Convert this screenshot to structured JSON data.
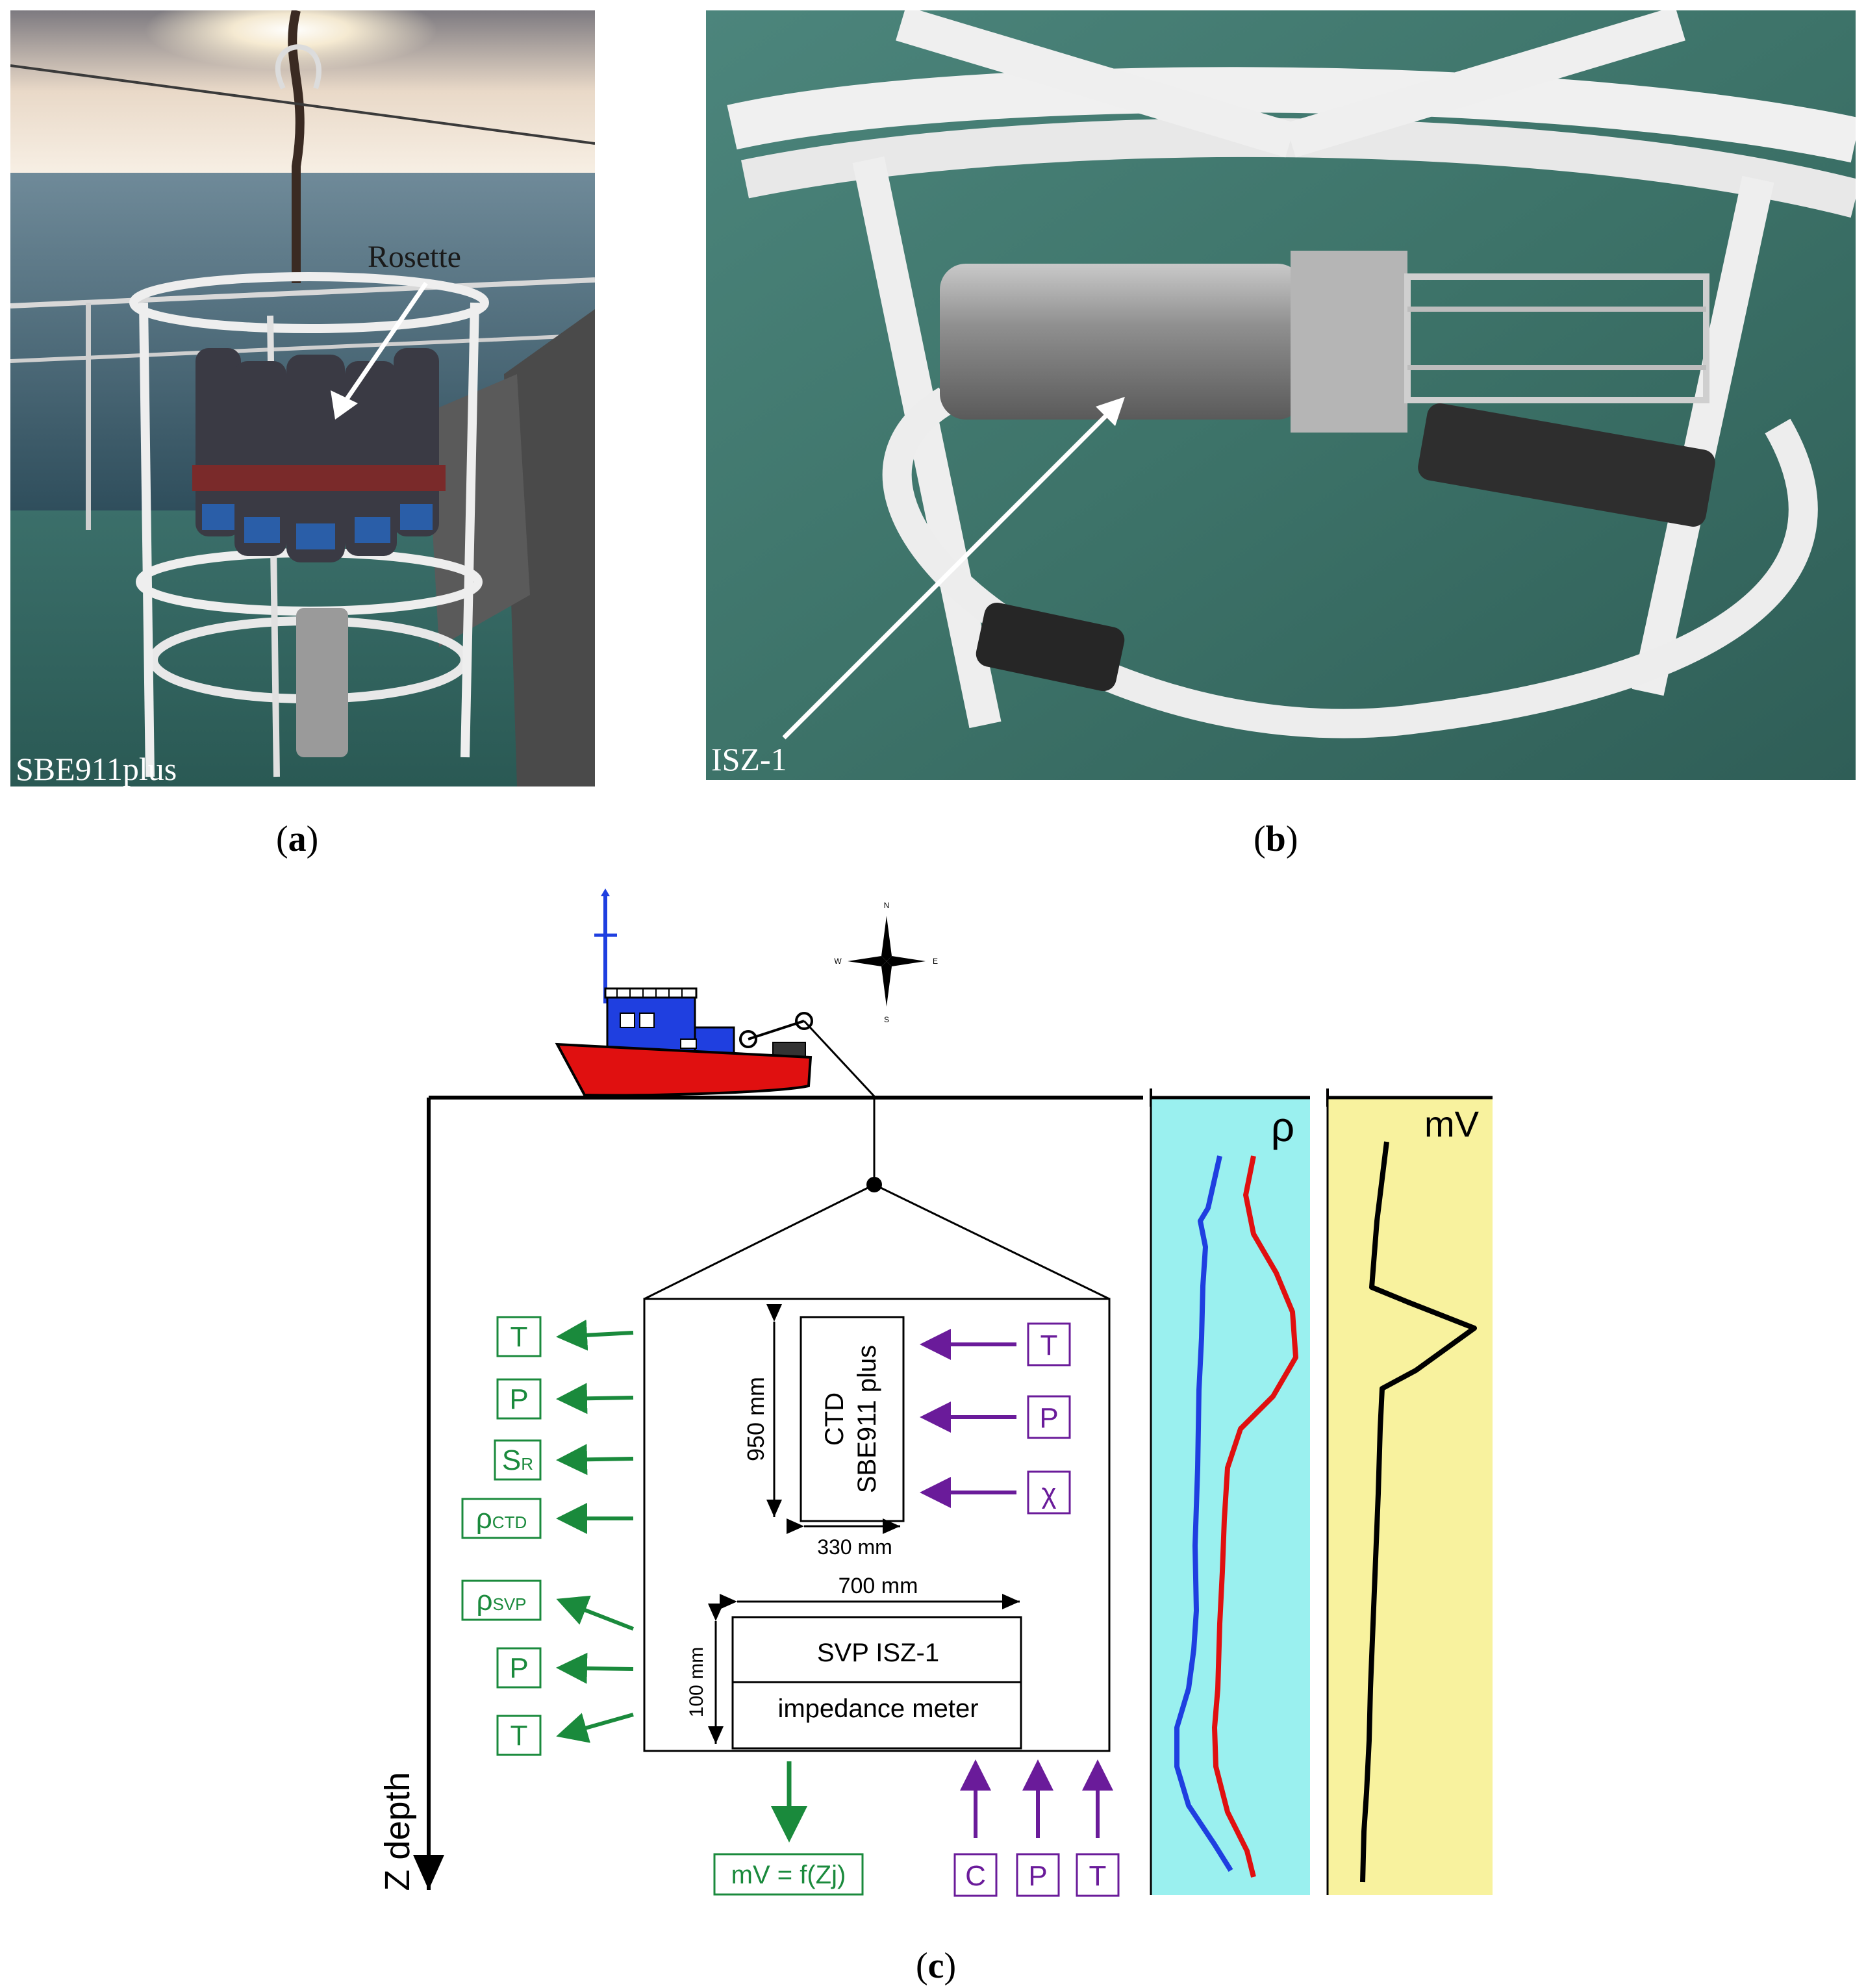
{
  "panels": {
    "a": {
      "caption": "a",
      "rosette_label": "Rosette",
      "instrument_label": "SBE911plus"
    },
    "b": {
      "caption": "b",
      "instrument_label": "ISZ-1"
    },
    "c": {
      "caption": "c"
    }
  },
  "compass": {
    "n": "N",
    "s": "S",
    "e": "E",
    "w": "W"
  },
  "diagram": {
    "axis_label": "Z depth",
    "ctd": {
      "line1": "CTD",
      "line2": "SBE911 plus",
      "height_dim": "950 mm",
      "width_dim": "330 mm"
    },
    "svp": {
      "title": "SVP   ISZ-1",
      "subtitle": "impedance meter",
      "width_dim": "700 mm",
      "height_dim": "100 mm"
    },
    "outputs_left": [
      {
        "main": "T",
        "sub": ""
      },
      {
        "main": "P",
        "sub": ""
      },
      {
        "main": "S",
        "sub": "R"
      },
      {
        "main": "ρ",
        "sub": "CTD"
      },
      {
        "main": "ρ",
        "sub": "SVP"
      },
      {
        "main": "P",
        "sub": ""
      },
      {
        "main": "T",
        "sub": ""
      }
    ],
    "inputs_right": [
      "T",
      "P",
      "χ"
    ],
    "inputs_bottom": [
      "C",
      "P",
      "T"
    ],
    "output_bottom": "mV = f(Zj)",
    "density_panel_label": "ρ",
    "voltage_panel_label": "mV"
  },
  "colors": {
    "green": "#1a8a3c",
    "purple": "#6a1b9a",
    "density_bg": "#9af0ef",
    "voltage_bg": "#f8f29e",
    "ship_hull": "#e01010",
    "ship_cabin": "#1f3fe0"
  }
}
